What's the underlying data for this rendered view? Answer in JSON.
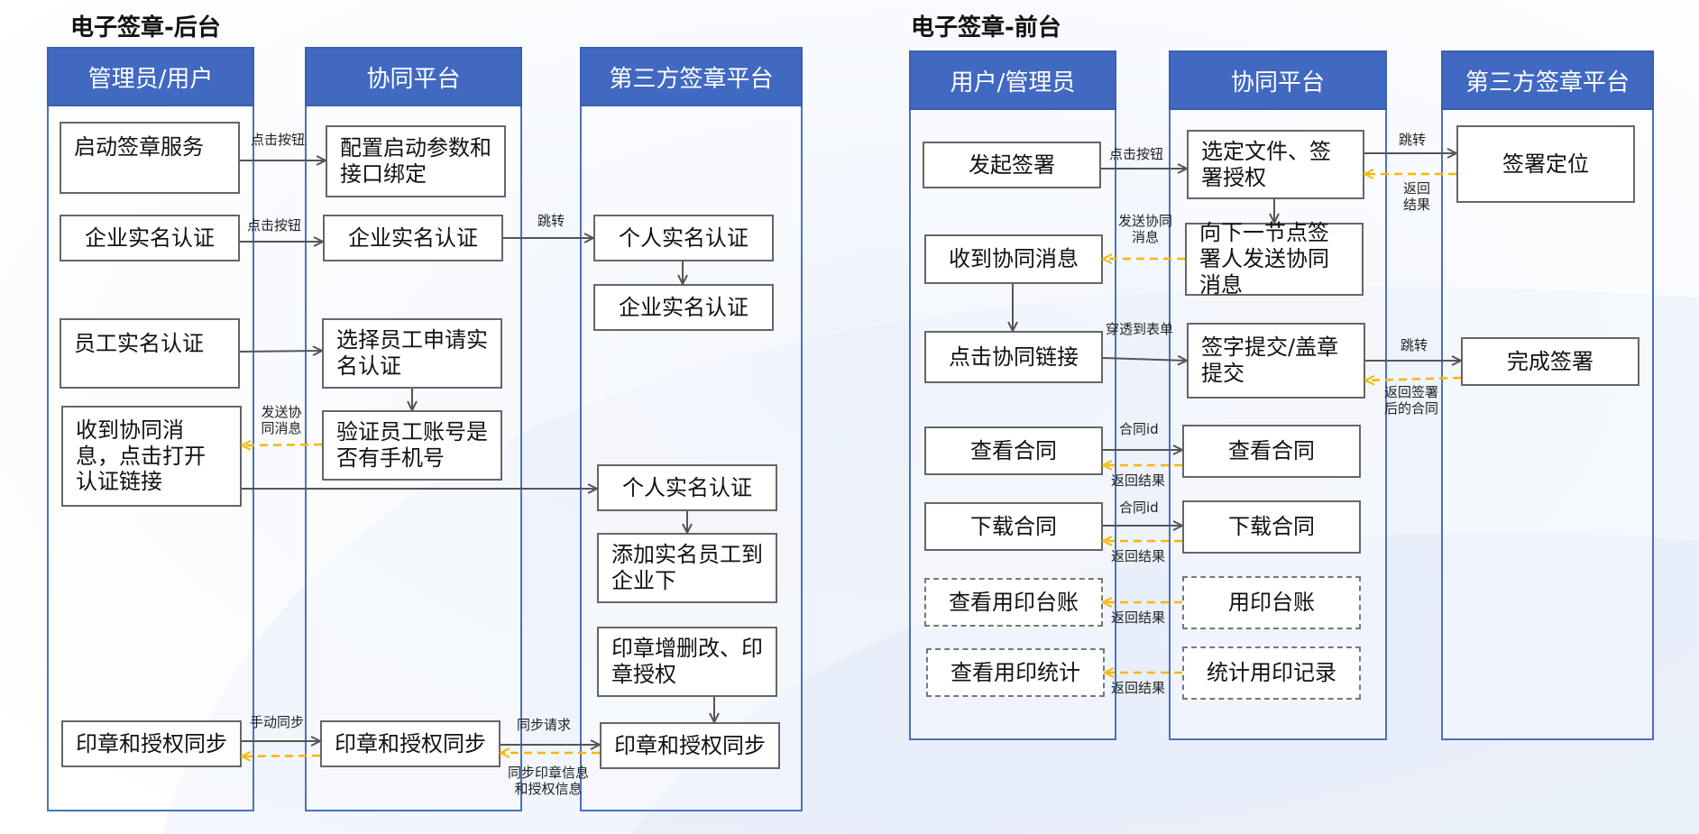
{
  "colors": {
    "lane_header": "#4169c1",
    "lane_border": "#4a72c0",
    "solid_arrow": "#555555",
    "return_arrow": "#f5b800"
  },
  "back": {
    "title": "电子签章-后台",
    "lanes": [
      "管理员/用户",
      "协同平台",
      "第三方签章平台"
    ],
    "boxes": {
      "start_service": "启动签章服务",
      "config_params": "配置启动参数和接口绑定",
      "ent_auth_admin": "企业实名认证",
      "ent_auth_platform": "企业实名认证",
      "personal_auth_1": "个人实名认证",
      "ent_auth_third": "企业实名认证",
      "staff_auth": "员工实名认证",
      "select_staff": "选择员工申请实名认证",
      "verify_account": "验证员工账号是否有手机号",
      "receive_msg": "收到协同消息，点击打开认证链接",
      "personal_auth_2": "个人实名认证",
      "add_staff": "添加实名员工到企业下",
      "seal_edit": "印章增删改、印章授权",
      "seal_sync_admin": "印章和授权同步",
      "seal_sync_platform": "印章和授权同步",
      "seal_sync_third": "印章和授权同步"
    },
    "labels": {
      "click1": "点击按钮",
      "click2": "点击按钮",
      "jump": "跳转",
      "send_msg": "发送协同消息",
      "manual_sync": "手动同步",
      "sync_request": "同步请求",
      "sync_info": "同步印章信息和授权信息"
    }
  },
  "front": {
    "title": "电子签章-前台",
    "lanes": [
      "用户/管理员",
      "协同平台",
      "第三方签章平台"
    ],
    "boxes": {
      "start_sign": "发起签署",
      "select_file": "选定文件、签署授权",
      "sign_locate": "签署定位",
      "receive_msg": "收到协同消息",
      "send_next": "向下一节点签署人发送协同消息",
      "click_link": "点击协同链接",
      "submit_sign": "签字提交/盖章提交",
      "complete_sign": "完成签署",
      "view_contract_user": "查看合同",
      "view_contract_platform": "查看合同",
      "download_user": "下载合同",
      "download_platform": "下载合同",
      "view_ledger": "查看用印台账",
      "ledger": "用印台账",
      "view_stats": "查看用印统计",
      "stats_record": "统计用印记录"
    },
    "labels": {
      "click": "点击按钮",
      "jump1": "跳转",
      "return1": "返回结果",
      "send_msg": "发送协同消息",
      "pass_form": "穿透到表单",
      "jump2": "跳转",
      "return_signed": "返回签署后的合同",
      "contract_id1": "合同id",
      "return_view": "返回结果",
      "contract_id2": "合同id",
      "return_download": "返回结果",
      "return_ledger": "返回结果",
      "return_stats": "返回结果"
    }
  }
}
